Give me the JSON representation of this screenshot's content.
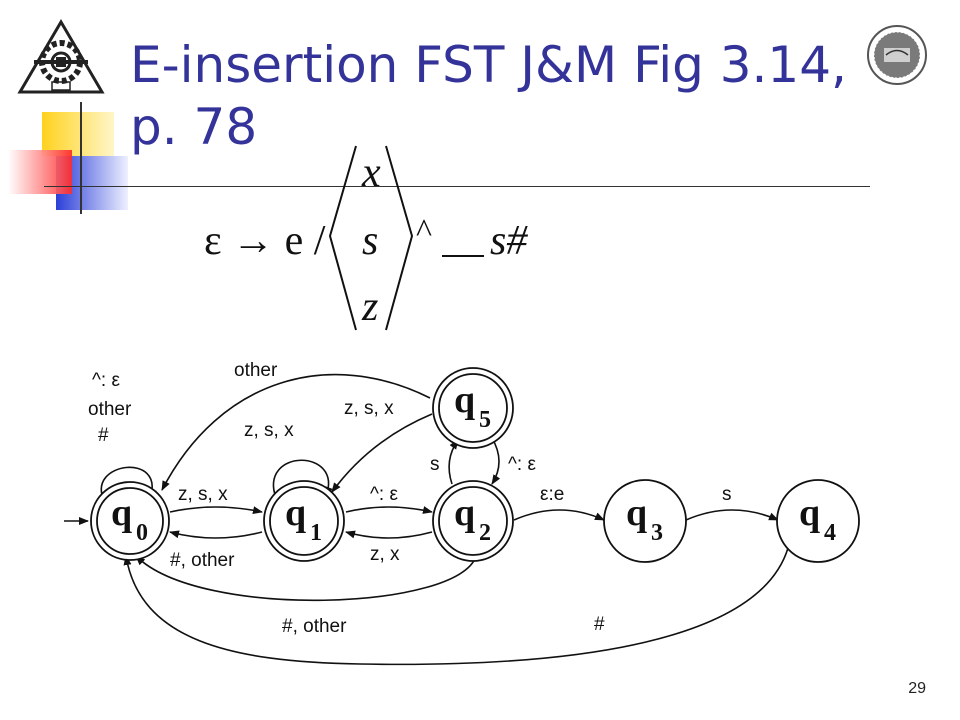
{
  "slide": {
    "title": "E-insertion FST J&M Fig 3.14, p. 78",
    "page_number": "29",
    "accent_colors": {
      "title": "#33339a",
      "yellow": "#ffd21e",
      "red": "#ff3030",
      "blue": "#2c3fd8"
    }
  },
  "rule": {
    "lhs": "ε → e /",
    "bracket_items": [
      "x",
      "s",
      "z"
    ],
    "after_bracket": "^",
    "blank": "__",
    "rhs": "s#"
  },
  "fst": {
    "states": [
      {
        "id": "q0",
        "letter": "q",
        "sub": "0",
        "accepting": true,
        "start": true
      },
      {
        "id": "q1",
        "letter": "q",
        "sub": "1",
        "accepting": true
      },
      {
        "id": "q2",
        "letter": "q",
        "sub": "2",
        "accepting": true
      },
      {
        "id": "q3",
        "letter": "q",
        "sub": "3",
        "accepting": false
      },
      {
        "id": "q4",
        "letter": "q",
        "sub": "4",
        "accepting": false
      },
      {
        "id": "q5",
        "letter": "q",
        "sub": "5",
        "accepting": true
      }
    ],
    "edge_labels": {
      "q0_self_1": "^: ε",
      "q0_self_2": "other",
      "q0_self_3": "#",
      "q5_q0": "other",
      "q5_q1": "z, s, x",
      "q1_self": "z, s, x",
      "q0_q1": "z, s, x",
      "q1_q0": "#, other",
      "q1_q2": "^: ε",
      "q2_q1": "z, x",
      "q2_q5": "s",
      "q5_q2": "^: ε",
      "q2_q3": "ε:e",
      "q3_q4": "s",
      "q2_q0": "#, other",
      "q4_q0": "#"
    }
  },
  "icons": [
    "engineering-gear-logo",
    "university-seal-logo"
  ]
}
